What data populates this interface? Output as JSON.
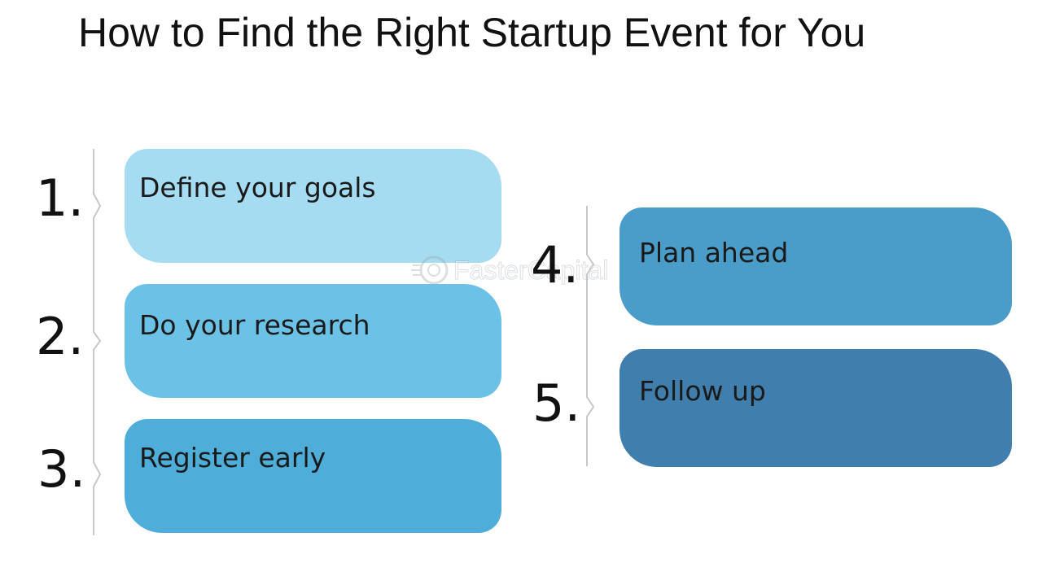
{
  "title": "How to Find the Right Startup Event for You",
  "steps": [
    {
      "number": "1.",
      "label": "Define your goals",
      "color": "#a6dcf1"
    },
    {
      "number": "2.",
      "label": "Do your research",
      "color": "#6cc2e6"
    },
    {
      "number": "3.",
      "label": "Register early",
      "color": "#4fadd9"
    },
    {
      "number": "4.",
      "label": "Plan ahead",
      "color": "#4a9dc9"
    },
    {
      "number": "5.",
      "label": "Follow up",
      "color": "#3f7ead"
    }
  ],
  "watermark": "FasterCapital",
  "colors": {
    "background": "#ffffff",
    "bracket": "#c8c8c8",
    "text": "#111111"
  }
}
